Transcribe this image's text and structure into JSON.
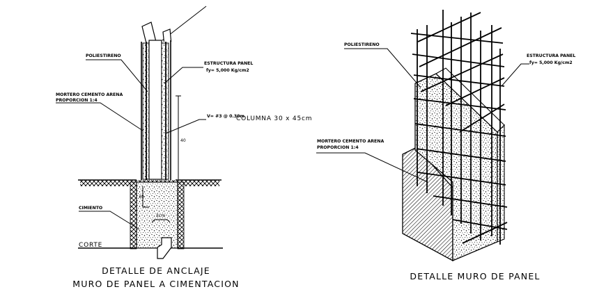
{
  "left_detail": {
    "label_polietireno": "POLIESTIRENO",
    "label_estructura_1": "ESTRUCTURA PANEL",
    "label_estructura_2": "fy= 5,000 Kg/cm2",
    "label_mortero_1": "MORTERO CEMENTO ARENA",
    "label_mortero_2": "PROPORCION 1:4",
    "label_varilla": "V= #3 @ 0.30m",
    "label_columna": "COLUMNA 30 x 45cm",
    "label_dim_40": "40",
    "label_dim_30": "30",
    "label_dim_2cm": "2cm",
    "label_cimiento": "CIMIENTO",
    "label_corte": "CORTE",
    "title_1": "DETALLE DE ANCLAJE",
    "title_2": "MURO DE PANEL A CIMENTACION"
  },
  "right_detail": {
    "label_polietireno": "POLIESTIRENO",
    "label_estructura_1": "ESTRUCTURA PANEL",
    "label_estructura_2": "fy= 5,000 Kg/cm2",
    "label_mortero_1": "MORTERO CEMENTO ARENA",
    "label_mortero_2": "PROPORCION 1:4",
    "title": "DETALLE MURO DE PANEL"
  }
}
